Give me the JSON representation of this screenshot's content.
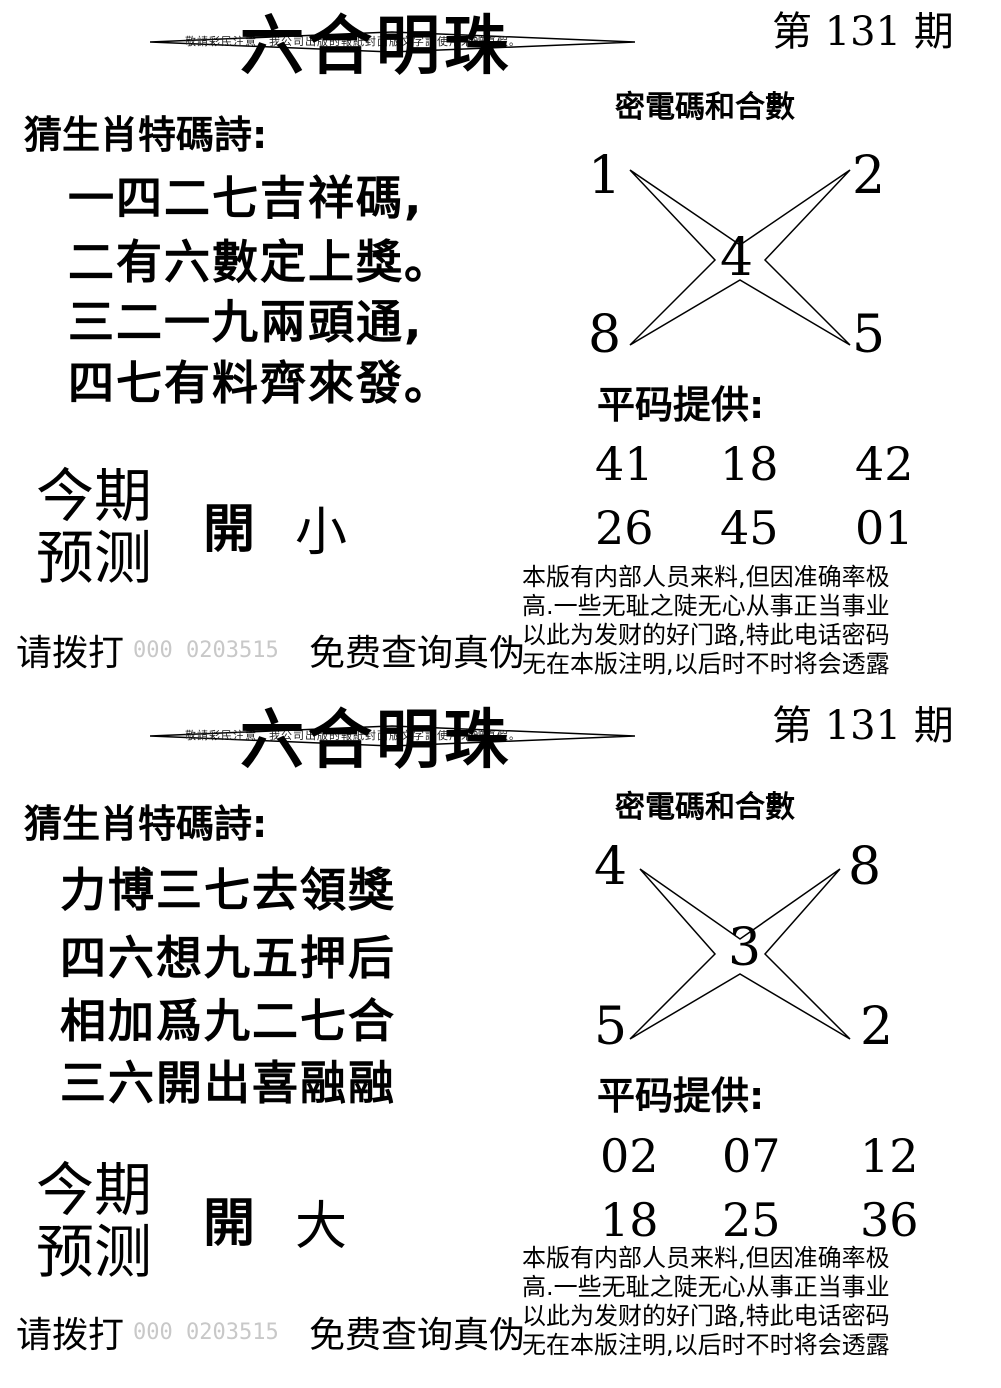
{
  "panels": [
    {
      "masthead_small": "敬請彩民注意，我公司出版的報紙封面版文字請使用來辨真假。",
      "title": "六合明珠",
      "issue": "第 131 期",
      "poem_heading": "猜生肖特碼詩:",
      "poem_lines": [
        "一四二七吉祥碼,",
        "二有六數定上獎。",
        "三二一九兩頭通,",
        "四七有料齊來發。"
      ],
      "forecast_label_1": "今期",
      "forecast_label_2": "预测",
      "forecast_open": "開",
      "forecast_size": "小",
      "phone_prefix": "请拨打",
      "phone_number": "000  0203515",
      "phone_suffix": "免费查询真伪",
      "code_heading": "密電碼和合數",
      "corner_numbers": {
        "top_left": "1",
        "top_right": "2",
        "center": "4",
        "bottom_left": "8",
        "bottom_right": "5"
      },
      "flat_heading": "平码提供:",
      "flat_numbers": [
        "41",
        "18",
        "42",
        "26",
        "45",
        "01"
      ],
      "notice_lines": [
        "本版有内部人员来料,但因准确率极",
        "高.一些无耻之陡无心从事正当事业",
        "以此为发财的好门路,特此电话密码",
        "无在本版注明,以后时不时将会透露"
      ]
    },
    {
      "masthead_small": "敬請彩民注意，我公司出版的報紙封面版文字請使用來辨真假。",
      "title": "六合明珠",
      "issue": "第 131 期",
      "poem_heading": "猜生肖特碼詩:",
      "poem_lines": [
        "力博三七去領獎",
        "四六想九五押后",
        "相加爲九二七合",
        "三六開出喜融融"
      ],
      "forecast_label_1": "今期",
      "forecast_label_2": "预测",
      "forecast_open": "開",
      "forecast_size": "大",
      "phone_prefix": "请拨打",
      "phone_number": "000  0203515",
      "phone_suffix": "免费查询真伪",
      "code_heading": "密電碼和合數",
      "corner_numbers": {
        "top_left": "4",
        "top_right": "8",
        "center": "3",
        "bottom_left": "5",
        "bottom_right": "2"
      },
      "flat_heading": "平码提供:",
      "flat_numbers": [
        "02",
        "07",
        "12",
        "18",
        "25",
        "36"
      ],
      "notice_lines": [
        "本版有内部人员来料,但因准确率极",
        "高.一些无耻之陡无心从事正当事业",
        "以此为发财的好门路,特此电话密码",
        "无在本版注明,以后时不时将会透露"
      ]
    }
  ]
}
